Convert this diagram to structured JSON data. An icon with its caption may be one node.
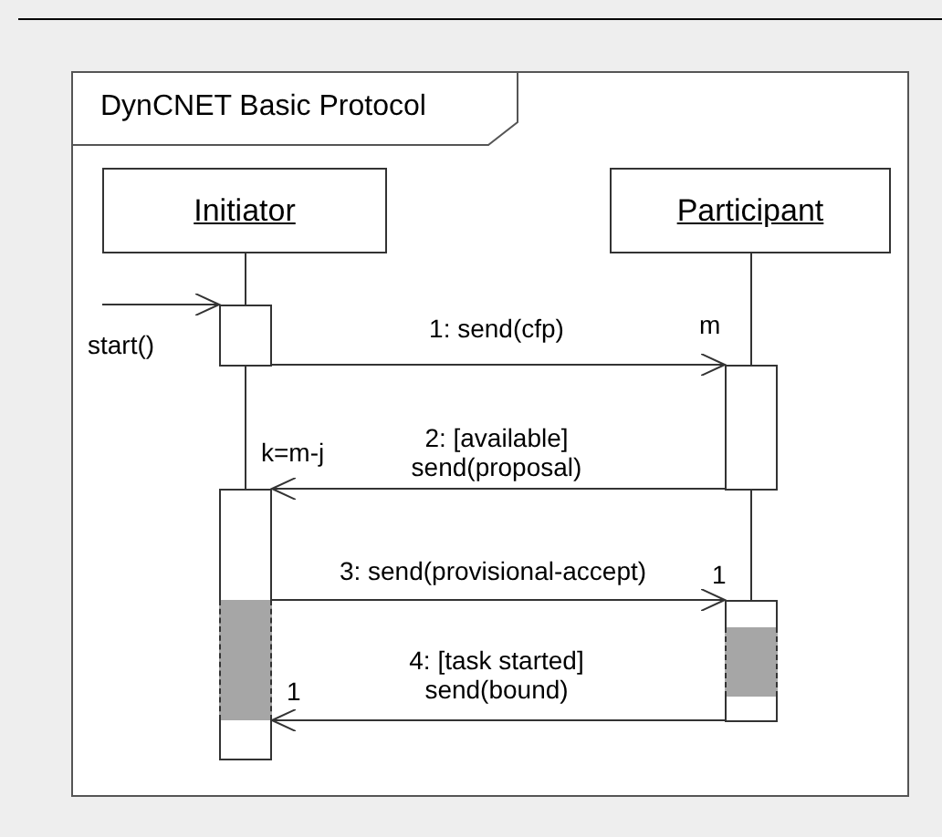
{
  "diagram": {
    "nodes": [
      {
        "text": [
          "DynCNET Basic Protocol"
        ]
      },
      {
        "text": [
          "Initiator"
        ],
        "in": 0
      },
      {
        "text": [
          "Participant"
        ],
        "in": 0
      },
      {
        "text": [],
        "shape": "bar",
        "in": 0
      },
      {
        "text": [],
        "shape": "bar",
        "in": 0
      },
      {
        "text": [],
        "shape": "bar",
        "in": 0
      },
      {
        "text": [],
        "shape": "bar",
        "in": 0
      }
    ],
    "edges": [
      {
        "from": 1,
        "to": 3,
        "arrow": "none"
      },
      {
        "from": 3,
        "to": 5,
        "arrow": "none"
      },
      {
        "from": 2,
        "to": 4,
        "arrow": "none"
      },
      {
        "from": 4,
        "to": 6,
        "arrow": "none"
      },
      {
        "from": null,
        "to": 3,
        "arrow": "to",
        "label": "start()"
      },
      {
        "from": 3,
        "to": 4,
        "arrow": "to",
        "label": "1: send(cfp)"
      },
      {
        "from": 4,
        "to": 5,
        "arrow": "to",
        "label": "2: [available] send(proposal)"
      },
      {
        "from": 5,
        "to": 6,
        "arrow": "to",
        "label": "3: send(provisional-accept)"
      },
      {
        "from": 6,
        "to": 5,
        "arrow": "to",
        "label": "4: [task started] send(bound)"
      }
    ],
    "labels": [
      "m",
      "k=m-j",
      "1",
      "1"
    ]
  }
}
